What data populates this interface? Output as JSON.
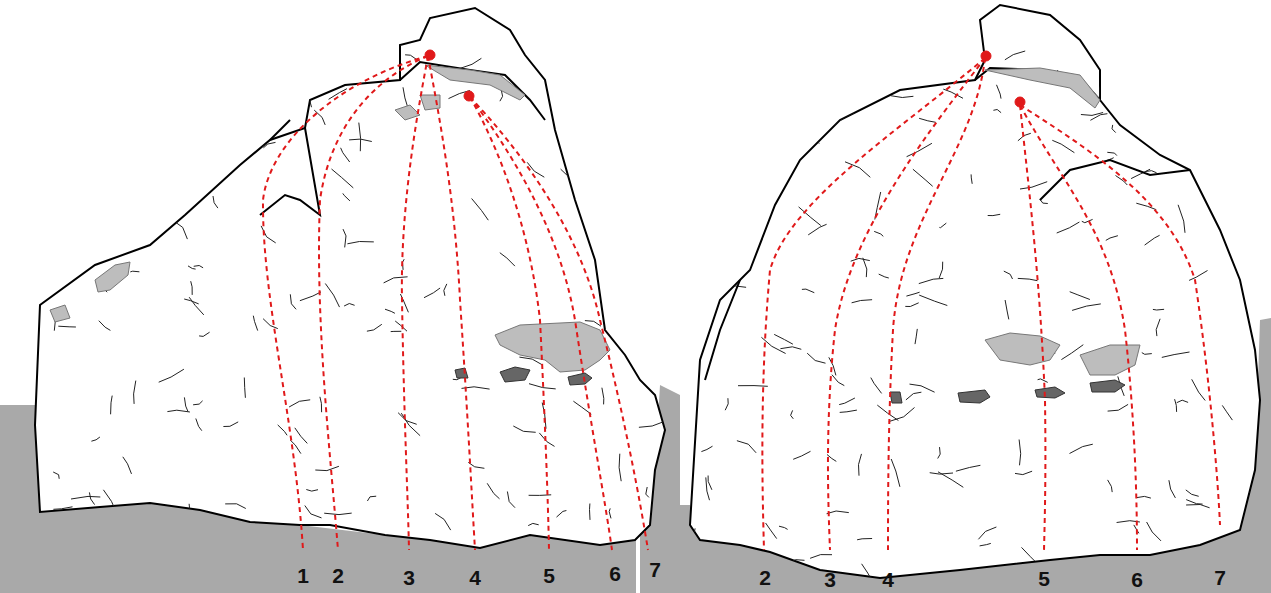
{
  "diagram": {
    "labels": [
      "1",
      "2",
      "3",
      "4",
      "5",
      "6",
      "7",
      "2",
      "3",
      "4",
      "5",
      "6",
      "7"
    ]
  }
}
